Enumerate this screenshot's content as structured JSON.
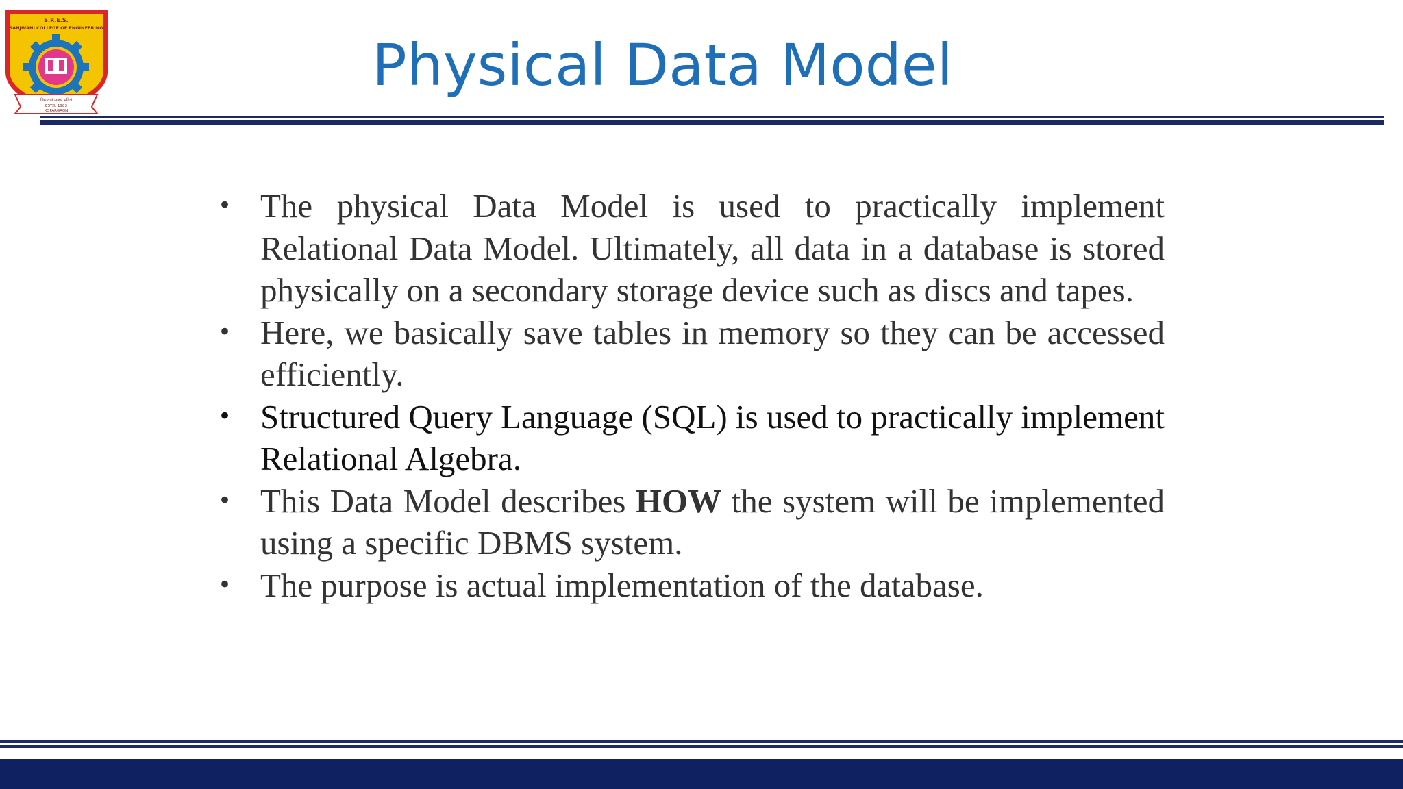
{
  "slide": {
    "title": "Physical Data Model",
    "logo": {
      "top_text": "S.R.E.S.",
      "name_text": "SANJIVANI COLLEGE OF ENGINEERING",
      "motto": "विद्यादानं साक्षरं पवित्रं",
      "estd": "ESTD. 1983",
      "place": "KOPARGAON"
    },
    "bullets": [
      {
        "text": "The physical Data Model is used to practically implement Relational Data Model. Ultimately, all data in a database is stored physically on a secondary storage device such as discs and tapes."
      },
      {
        "text": "Here, we basically save tables in memory so they can be accessed efficiently."
      },
      {
        "text": "Structured Query Language (SQL) is used to practically implement Relational Algebra."
      },
      {
        "text_before": "This Data Model describes ",
        "bold": "HOW",
        "text_after": " the system will be implemented using a specific DBMS system."
      },
      {
        "text": "The purpose is actual implementation of the database."
      }
    ],
    "bullet_char": "•"
  },
  "colors": {
    "title": "#1f6fb8",
    "rule": "#1b2a63",
    "footer_band": "#0f2161",
    "body_text": "#333333",
    "logo_red": "#d9262b",
    "logo_yellow": "#f5c400",
    "logo_blue": "#1c75bc",
    "logo_pink": "#e2388b"
  }
}
